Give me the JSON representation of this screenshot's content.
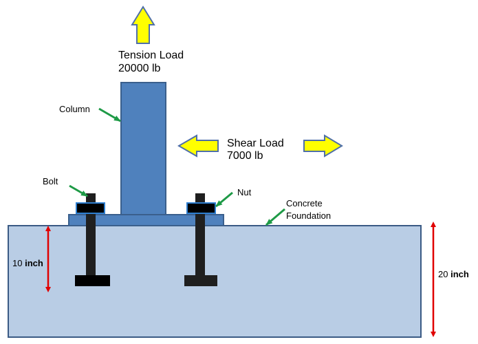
{
  "tension": {
    "title": "Tension Load",
    "value": "20000 lb"
  },
  "shear": {
    "title": "Shear Load",
    "value": "7000 lb"
  },
  "labels": {
    "column": "Column",
    "bolt": "Bolt",
    "nut": "Nut",
    "foundation_line1": "Concrete",
    "foundation_line2": "Foundation"
  },
  "dimensions": {
    "embed_value": "10 ",
    "embed_unit": "inch",
    "depth_value": "20 ",
    "depth_unit": "inch"
  },
  "colors": {
    "column": "#4f81bd",
    "column_stroke": "#3a5f8c",
    "foundation": "#b9cde5",
    "foundation_stroke": "#3a5a84",
    "arrow_fill": "#ffff00",
    "arrow_stroke": "#4f6fa8",
    "bolt": "#1f1f1f",
    "nut_stroke": "#2f7fd0",
    "pointer": "#1e9a46",
    "dimension": "#e00000"
  }
}
